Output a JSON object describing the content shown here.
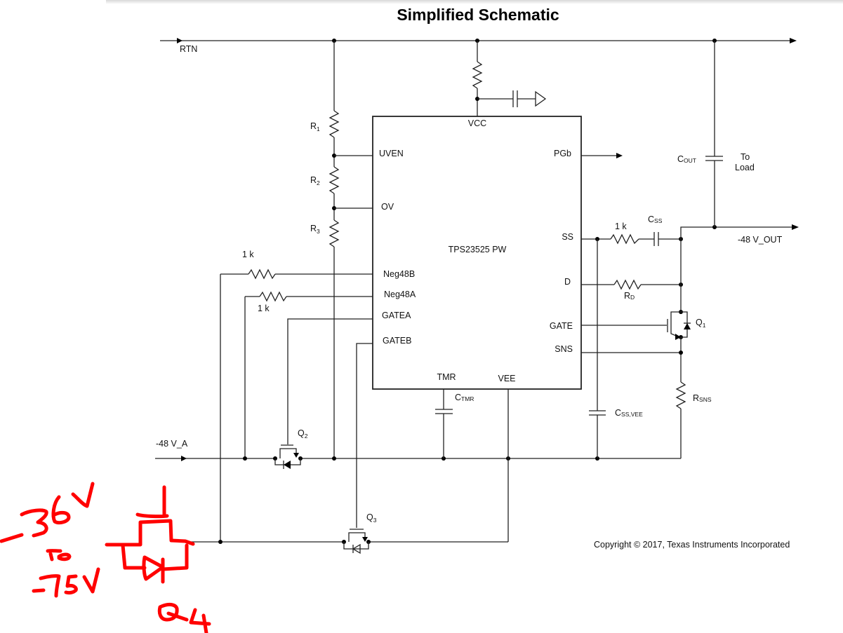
{
  "title": "Simplified Schematic",
  "ic": {
    "part": "TPS23525 PW",
    "pins_left": [
      "UVEN",
      "OV",
      "Neg48B",
      "Neg48A",
      "GATEA",
      "GATEB"
    ],
    "pins_right": [
      "PGb",
      "SS",
      "D",
      "GATE",
      "SNS"
    ],
    "pins_top": [
      "VCC"
    ],
    "pins_bottom": [
      "TMR",
      "VEE"
    ]
  },
  "nets": {
    "rtn": "RTN",
    "in_a": "-48 V_A",
    "out": "-48 V_OUT",
    "to_load_1": "To",
    "to_load_2": "Load"
  },
  "components": {
    "r1": {
      "main": "R",
      "sub": "1"
    },
    "r2": {
      "main": "R",
      "sub": "2"
    },
    "r3": {
      "main": "R",
      "sub": "3"
    },
    "r_neg48b": "1 k",
    "r_neg48a": "1 k",
    "r_ss": "1 k",
    "css": {
      "main": "C",
      "sub": "SS"
    },
    "rd": {
      "main": "R",
      "sub": "D"
    },
    "q1": {
      "main": "Q",
      "sub": "1"
    },
    "q2": {
      "main": "Q",
      "sub": "2"
    },
    "q3": {
      "main": "Q",
      "sub": "3"
    },
    "cout": {
      "main": "C",
      "sub": "OUT"
    },
    "ctmr": {
      "main": "C",
      "sub": "TMR"
    },
    "cssvee": {
      "main": "C",
      "sub": "SS,VEE"
    },
    "rsns": {
      "main": "R",
      "sub": "SNS"
    }
  },
  "copyright": "Copyright © 2017, Texas Instruments Incorporated",
  "annotation": {
    "color": "#ff0000",
    "range_line1": "-36V",
    "range_line2": "to",
    "range_line3": "-75V",
    "device": "Q4"
  }
}
